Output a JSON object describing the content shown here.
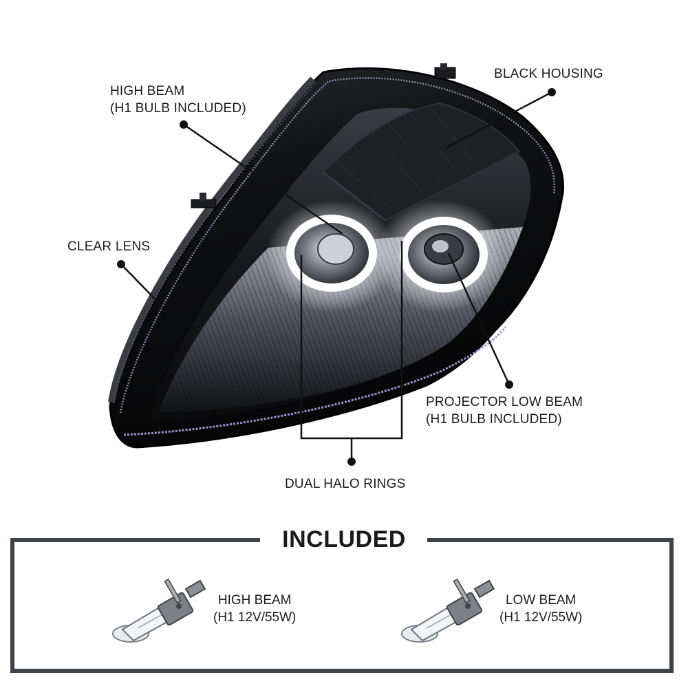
{
  "callouts": {
    "high_beam": {
      "line1": "HIGH BEAM",
      "line2": "(H1 BULB INCLUDED)"
    },
    "black_housing": {
      "line1": "BLACK HOUSING"
    },
    "clear_lens": {
      "line1": "CLEAR LENS"
    },
    "projector_low_beam": {
      "line1": "PROJECTOR LOW BEAM",
      "line2": "(H1 BULB INCLUDED)"
    },
    "dual_halo_rings": {
      "line1": "DUAL HALO RINGS"
    }
  },
  "included": {
    "title": "INCLUDED",
    "items": [
      {
        "line1": "HIGH BEAM",
        "line2": "(H1 12V/55W)"
      },
      {
        "line1": "LOW BEAM",
        "line2": "(H1 12V/55W)"
      }
    ]
  },
  "colors": {
    "frame": "#3d4347",
    "housing": "#0b0b0c",
    "halo": "#ffffff",
    "text": "#1b1b1b"
  },
  "icons": [
    "headlight-image",
    "h1-bulb-icon",
    "callout-dot-icon"
  ]
}
